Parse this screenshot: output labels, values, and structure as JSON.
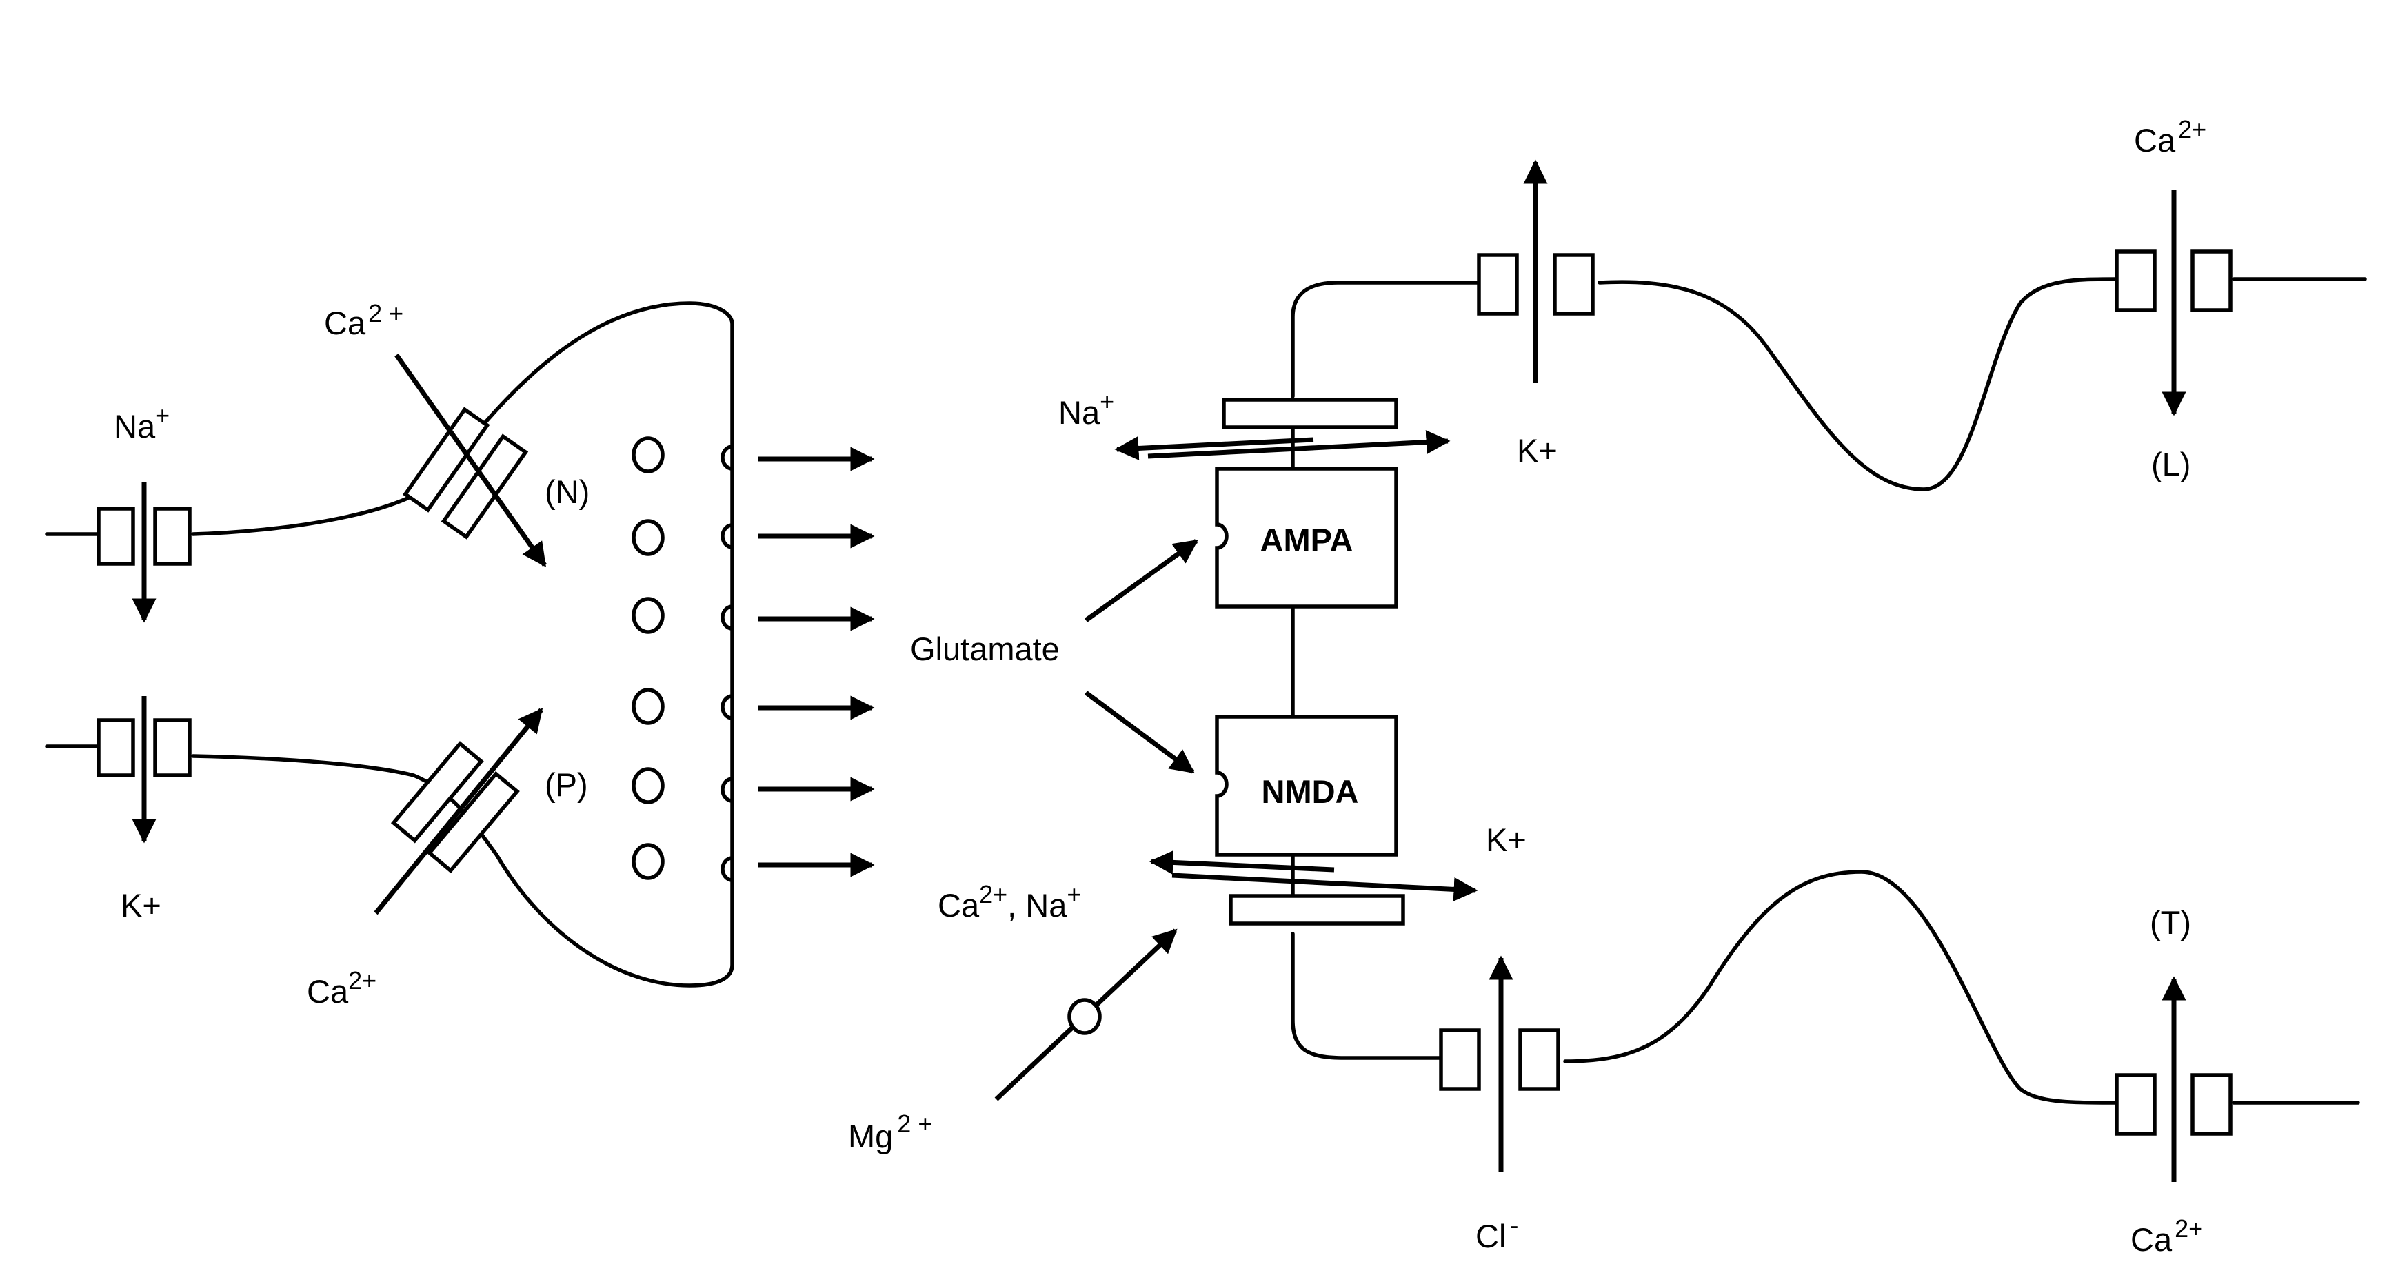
{
  "labels": {
    "na_plus_left": "Na",
    "na_plus_left_sup": "+",
    "ca_top_left": "Ca",
    "ca_top_left_sup": "2 +",
    "n_type": "(N)",
    "p_type": "(P)",
    "k_plus_left": "K+",
    "ca_bottom_left": "Ca",
    "ca_bottom_left_sup": "2+",
    "glutamate": "Glutamate",
    "ampa": "AMPA",
    "nmda": "NMDA",
    "na_plus_ampa": "Na",
    "na_plus_ampa_sup": "+",
    "k_plus_ampa": "K+",
    "k_plus_nmda": "K+",
    "ca_na_nmda": "Ca",
    "ca_na_nmda_sup": "2+",
    "ca_na_nmda_rest": ",  Na",
    "ca_na_nmda_rest_sup": "+",
    "mg": "Mg",
    "mg_sup": "2 +",
    "cl": "Cl",
    "cl_sup": "-",
    "ca_top_right": "Ca",
    "ca_top_right_sup": "2+",
    "l_type": "(L)",
    "t_type": "(T)",
    "ca_bottom_right": "Ca",
    "ca_bottom_right_sup": "2+"
  },
  "colors": {
    "stroke": "#000000",
    "background": "#ffffff"
  }
}
